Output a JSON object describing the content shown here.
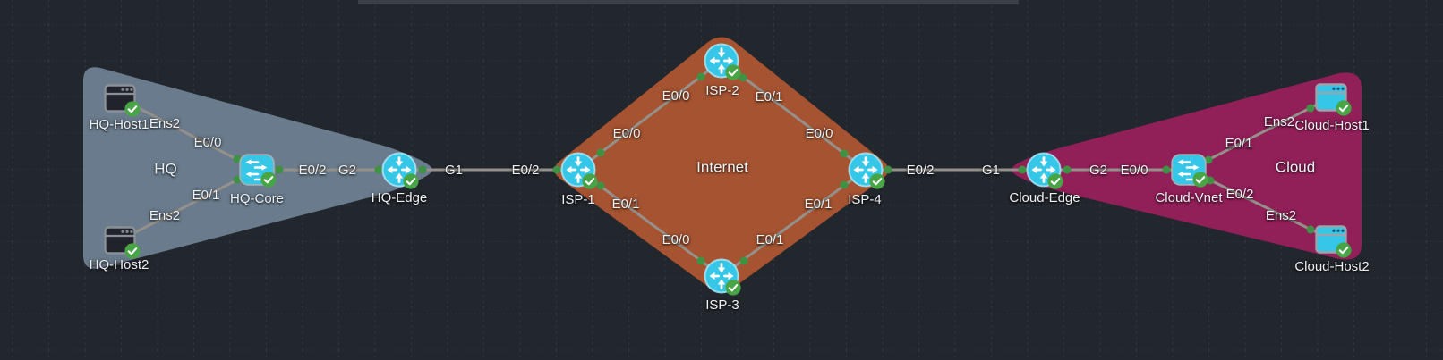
{
  "canvas": {
    "kind": "network-topology"
  },
  "groups": [
    {
      "id": "hq",
      "label": "HQ",
      "color": "#7e93a6"
    },
    {
      "id": "internet",
      "label": "Internet",
      "color": "#c25e31"
    },
    {
      "id": "cloud",
      "label": "Cloud",
      "color": "#a51f60"
    }
  ],
  "nodes": [
    {
      "id": "hq-host1",
      "label": "HQ-Host1",
      "type": "server",
      "status": "ok"
    },
    {
      "id": "hq-host2",
      "label": "HQ-Host2",
      "type": "server",
      "status": "ok"
    },
    {
      "id": "hq-core",
      "label": "HQ-Core",
      "type": "switch",
      "status": "ok"
    },
    {
      "id": "hq-edge",
      "label": "HQ-Edge",
      "type": "router",
      "status": "ok"
    },
    {
      "id": "isp-1",
      "label": "ISP-1",
      "type": "router",
      "status": "ok"
    },
    {
      "id": "isp-2",
      "label": "ISP-2",
      "type": "router",
      "status": "ok"
    },
    {
      "id": "isp-3",
      "label": "ISP-3",
      "type": "router",
      "status": "ok"
    },
    {
      "id": "isp-4",
      "label": "ISP-4",
      "type": "router",
      "status": "ok"
    },
    {
      "id": "cloud-edge",
      "label": "Cloud-Edge",
      "type": "router",
      "status": "ok"
    },
    {
      "id": "cloud-vnet",
      "label": "Cloud-Vnet",
      "type": "switch",
      "status": "ok"
    },
    {
      "id": "cloud-host1",
      "label": "Cloud-Host1",
      "type": "server",
      "status": "ok"
    },
    {
      "id": "cloud-host2",
      "label": "Cloud-Host2",
      "type": "server",
      "status": "ok"
    }
  ],
  "links": [
    {
      "from": "HQ-Host1",
      "from_if": "Ens2",
      "to": "HQ-Core",
      "to_if": "E0/0"
    },
    {
      "from": "HQ-Host2",
      "from_if": "Ens2",
      "to": "HQ-Core",
      "to_if": "E0/1"
    },
    {
      "from": "HQ-Core",
      "from_if": "E0/2",
      "to": "HQ-Edge",
      "to_if": "G2"
    },
    {
      "from": "HQ-Edge",
      "from_if": "G1",
      "to": "ISP-1",
      "to_if": "E0/2"
    },
    {
      "from": "ISP-1",
      "from_if": "E0/0",
      "to": "ISP-2",
      "to_if": "E0/0"
    },
    {
      "from": "ISP-2",
      "from_if": "E0/1",
      "to": "ISP-4",
      "to_if": "E0/0"
    },
    {
      "from": "ISP-1",
      "from_if": "E0/1",
      "to": "ISP-3",
      "to_if": "E0/0"
    },
    {
      "from": "ISP-3",
      "from_if": "E0/1",
      "to": "ISP-4",
      "to_if": "E0/1"
    },
    {
      "from": "ISP-4",
      "from_if": "E0/2",
      "to": "Cloud-Edge",
      "to_if": "G1"
    },
    {
      "from": "Cloud-Edge",
      "from_if": "G2",
      "to": "Cloud-Vnet",
      "to_if": "E0/0"
    },
    {
      "from": "Cloud-Vnet",
      "from_if": "E0/1",
      "to": "Cloud-Host1",
      "to_if": "Ens2"
    },
    {
      "from": "Cloud-Vnet",
      "from_if": "E0/2",
      "to": "Cloud-Host2",
      "to_if": "Ens2"
    }
  ],
  "icons": {
    "router": "circle-with-crossing-arrows",
    "switch": "rounded-square-with-bidirectional-arrows",
    "server": "window-server-box",
    "status_ok": "green-circle-check"
  },
  "colors": {
    "background": "#22262d",
    "grid": "#3e444e",
    "top_strip": "#3e444d",
    "link": "#95918a",
    "port_dot": "#3f9243",
    "status_ok": "#48a546",
    "device_cyan": "#35c6e8",
    "label_text": "#eff1f3"
  }
}
